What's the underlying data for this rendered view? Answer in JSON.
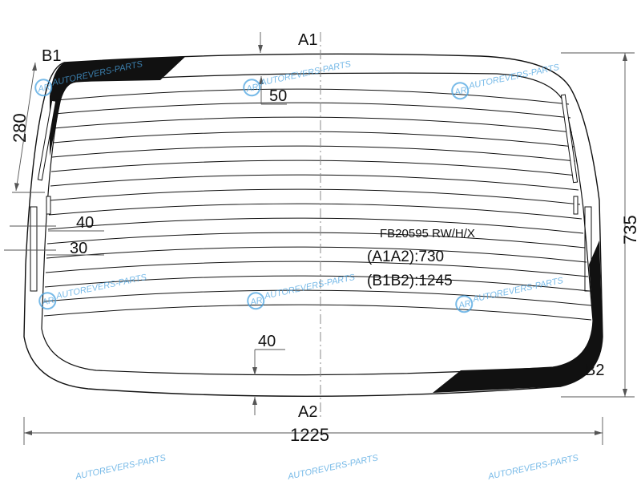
{
  "drawing": {
    "part_code": "FB20595 RW/H/X",
    "diag_a": "(A1A2):730",
    "diag_b": "(B1B2):1245",
    "points": {
      "a1": "A1",
      "a2": "A2",
      "b1": "B1",
      "b2": "B2"
    },
    "dimensions": {
      "width": "1225",
      "height": "735",
      "corner_b1": "280",
      "top_band": "50",
      "bottom_band": "40",
      "side_40": "40",
      "side_30": "30"
    }
  },
  "watermark": {
    "text": "AUTOREVERS-PARTS",
    "logo": "AR"
  },
  "colors": {
    "line": "#111111",
    "guide": "#888888",
    "watermark": "#4aa3e0"
  }
}
